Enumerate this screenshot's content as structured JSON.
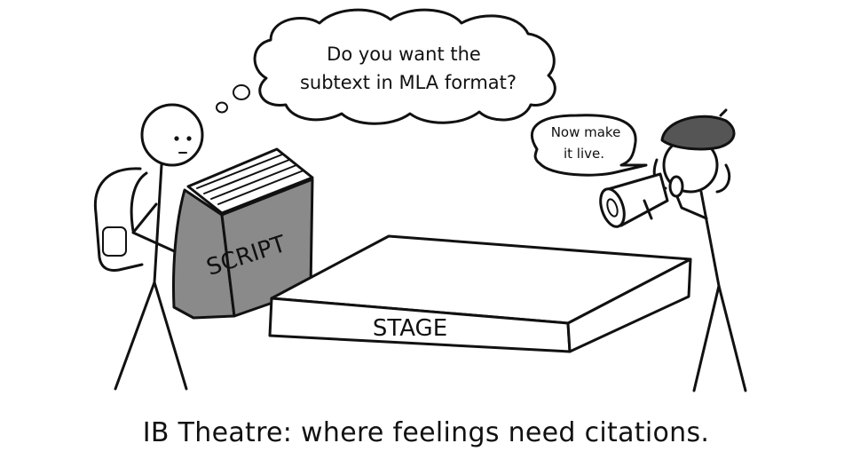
{
  "thought_bubble": {
    "line1": "Do you want the",
    "line2": "subtext in MLA format?"
  },
  "speech_bubble": {
    "line1": "Now make",
    "line2": "it live."
  },
  "book_label": "SCRIPT",
  "stage_label": "STAGE",
  "caption": "IB Theatre: where feelings need citations."
}
